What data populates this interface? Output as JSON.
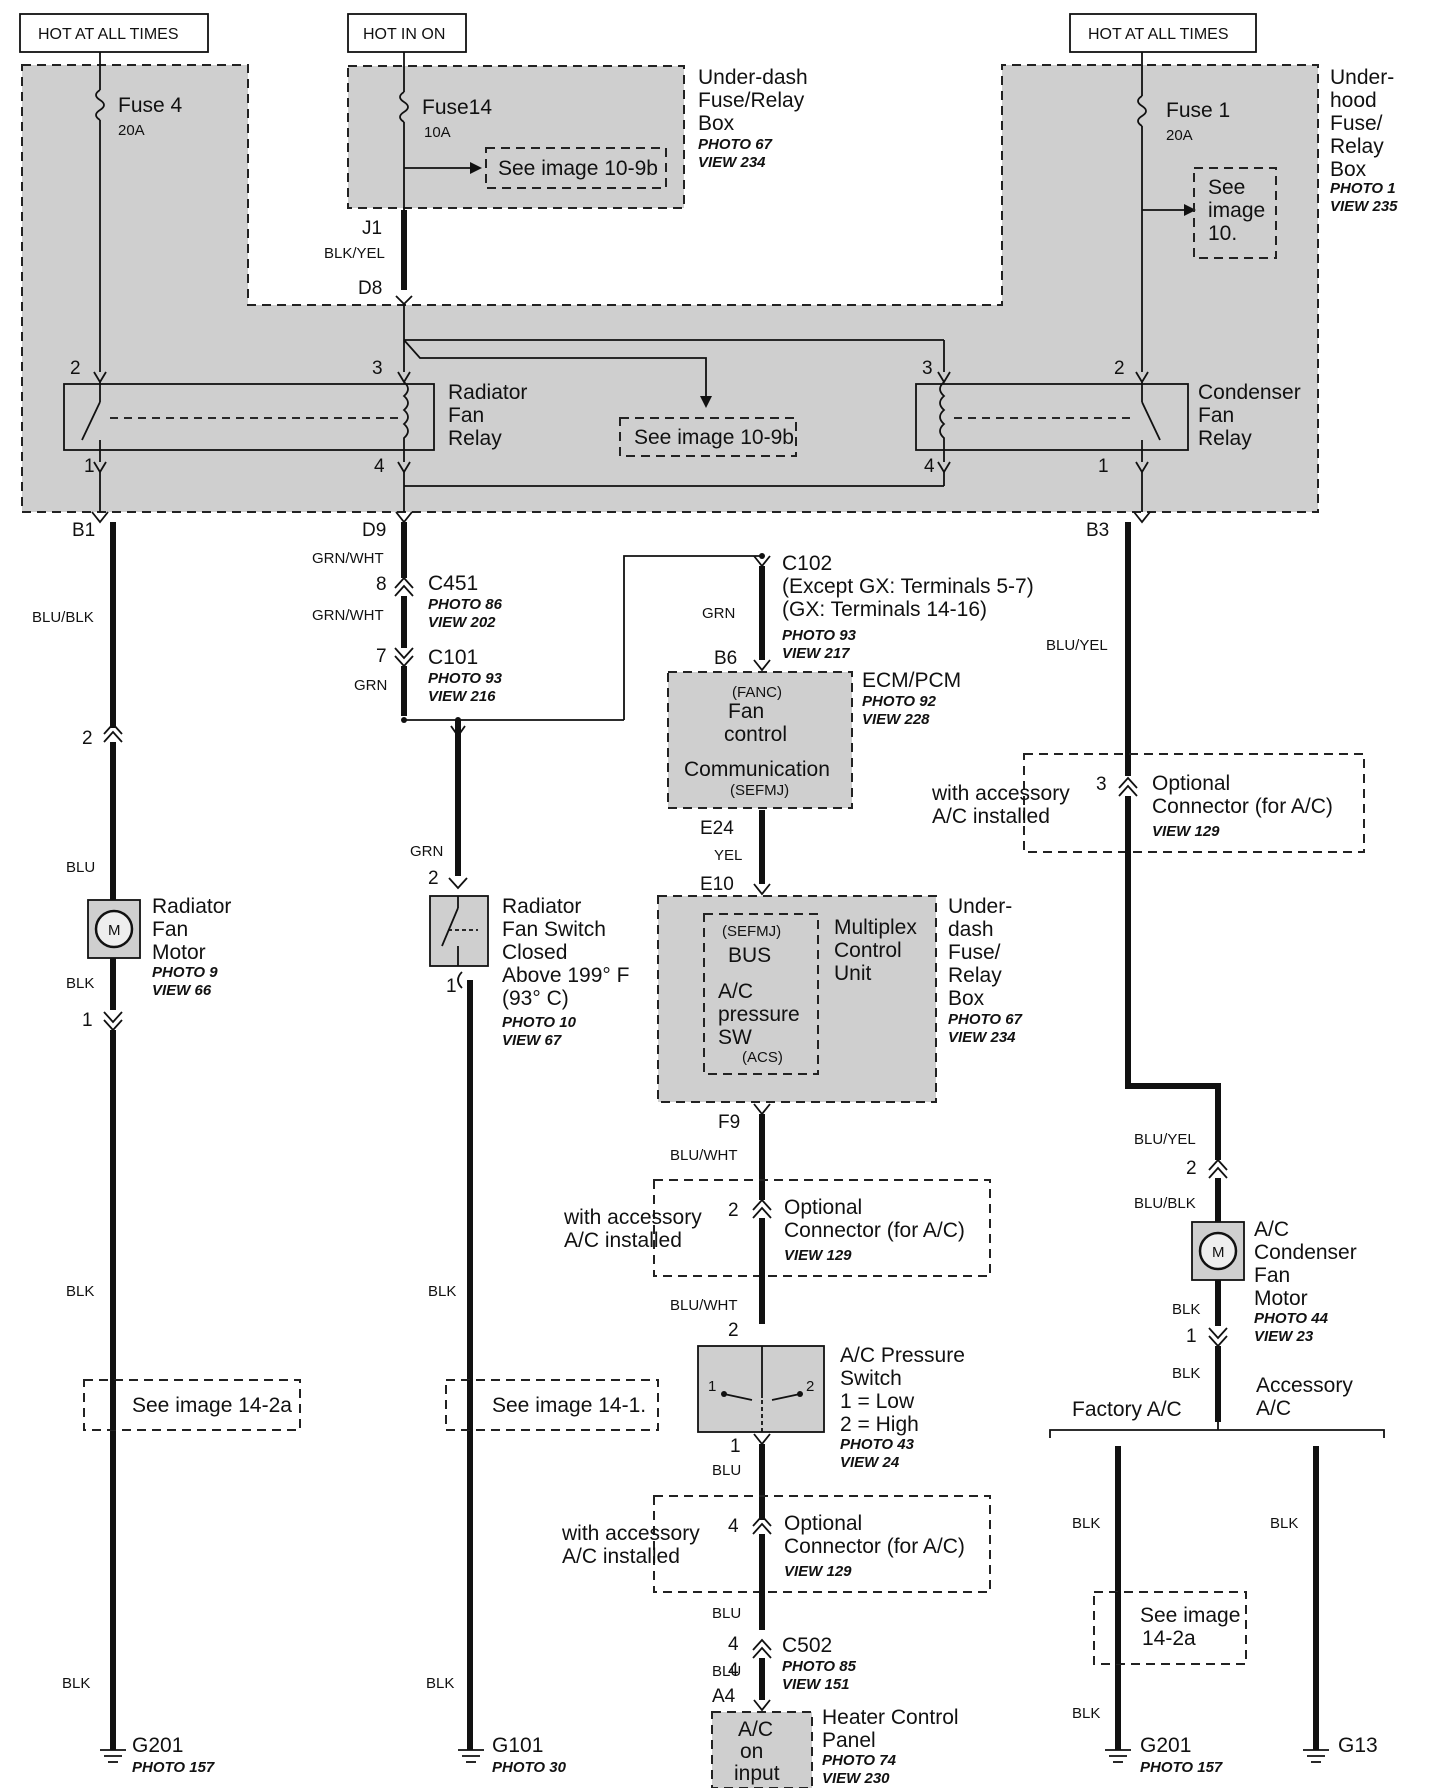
{
  "headers": {
    "left": "HOT AT ALL TIMES",
    "mid": "HOT IN ON",
    "right": "HOT AT ALL TIMES"
  },
  "fuses": {
    "fuse4": {
      "name": "Fuse 4",
      "rating": "20A"
    },
    "fuse14": {
      "name": "Fuse14",
      "rating": "10A"
    },
    "fuse1": {
      "name": "Fuse 1",
      "rating": "20A"
    }
  },
  "boxes": {
    "underdash_top": {
      "line1": "Under-dash",
      "line2": "Fuse/Relay",
      "line3": "Box",
      "photo": "PHOTO 67",
      "view": "VIEW 234"
    },
    "underhood": {
      "line1": "Under-",
      "line2": "hood",
      "line3": "Fuse/",
      "line4": "Relay",
      "line5": "Box",
      "photo": "PHOTO 1",
      "view": "VIEW 235"
    },
    "see_10_9b_top": "See image 10-9b",
    "see_10_right_1": "See",
    "see_10_right_2": "image",
    "see_10_right_3": "10.",
    "see_10_9b_mid": "See image 10-9b"
  },
  "relays": {
    "radiator": {
      "line1": "Radiator",
      "line2": "Fan",
      "line3": "Relay"
    },
    "condenser": {
      "line1": "Condenser",
      "line2": "Fan",
      "line3": "Relay"
    }
  },
  "pins": {
    "r2": "2",
    "r3": "3",
    "r1": "1",
    "r4": "4",
    "c3": "3",
    "c2": "2",
    "c4": "4",
    "c1": "1"
  },
  "terminals": {
    "J1": "J1",
    "D8": "D8",
    "B1": "B1",
    "D9": "D9",
    "B3": "B3",
    "B6": "B6",
    "E24": "E24",
    "E10": "E10",
    "F9": "F9",
    "A4": "A4"
  },
  "wires": {
    "blk_yel": "BLK/YEL",
    "blu_blk_left": "BLU/BLK",
    "grn_wht_1": "GRN/WHT",
    "grn_wht_2": "GRN/WHT",
    "grn_1": "GRN",
    "grn_2": "GRN",
    "grn_3": "GRN",
    "blu_yel_1": "BLU/YEL",
    "blu_left": "BLU",
    "blk_left_1": "BLK",
    "blk_left_2": "BLK",
    "blk_left_3": "BLK",
    "blk_mid_1": "BLK",
    "blk_mid_2": "BLK",
    "yel": "YEL",
    "blu_wht_1": "BLU/WHT",
    "blu_wht_2": "BLU/WHT",
    "blu_1": "BLU",
    "blu_2": "BLU",
    "blu_3": "BLU",
    "blu_yel_2": "BLU/YEL",
    "blu_blk_right": "BLU/BLK",
    "blk_r1": "BLK",
    "blk_r2": "BLK",
    "blk_r3": "BLK",
    "blk_r4": "BLK",
    "blk_r5": "BLK"
  },
  "connectors": {
    "c451": {
      "pin": "8",
      "name": "C451",
      "photo": "PHOTO 86",
      "view": "VIEW 202"
    },
    "c101": {
      "pin": "7",
      "name": "C101",
      "photo": "PHOTO 93",
      "view": "VIEW 216"
    },
    "c102": {
      "name": "C102",
      "line2": "(Except GX: Terminals 5-7)",
      "line3": "(GX: Terminals 14-16)",
      "photo": "PHOTO 93",
      "view": "VIEW 217"
    },
    "c502": {
      "pin": "4",
      "pin2": "4",
      "name": "C502",
      "photo": "PHOTO 85",
      "view": "VIEW 151"
    },
    "motor_left_pin2": "2",
    "motor_left_pin1": "1",
    "switch_pin2": "2",
    "switch_pin1": "1",
    "ac_sw_pin2": "2",
    "ac_sw_pin1": "1",
    "cond_motor_pin2": "2",
    "cond_motor_pin1": "1"
  },
  "ecm": {
    "fanc": "(FANC)",
    "fan": "Fan",
    "control": "control",
    "comm": "Communication",
    "sefmj": "(SEFMJ)",
    "name": "ECM/PCM",
    "photo": "PHOTO 92",
    "view": "VIEW 228"
  },
  "mux": {
    "sefmj": "(SEFMJ)",
    "bus": "BUS",
    "ac": "A/C",
    "pressure": "pressure",
    "sw": "SW",
    "acs": "(ACS)",
    "mc1": "Multiplex",
    "mc2": "Control",
    "mc3": "Unit",
    "b1": "Under-",
    "b2": "dash",
    "b3": "Fuse/",
    "b4": "Relay",
    "b5": "Box",
    "photo": "PHOTO 67",
    "view": "VIEW 234"
  },
  "optional": {
    "right": {
      "pin": "3",
      "acc1": "with accessory",
      "acc2": "A/C installed",
      "name1": "Optional",
      "name2": "Connector (for A/C)",
      "view": "VIEW 129"
    },
    "mid1": {
      "pin": "2",
      "acc1": "with accessory",
      "acc2": "A/C installed",
      "name1": "Optional",
      "name2": "Connector (for A/C)",
      "view": "VIEW 129"
    },
    "mid2": {
      "pin": "4",
      "acc1": "with accessory",
      "acc2": "A/C installed",
      "name1": "Optional",
      "name2": "Connector (for A/C)",
      "view": "VIEW 129"
    }
  },
  "components": {
    "rad_motor": {
      "l1": "Radiator",
      "l2": "Fan",
      "l3": "Motor",
      "photo": "PHOTO 9",
      "view": "VIEW 66",
      "symbol": "M"
    },
    "rad_switch": {
      "l1": "Radiator",
      "l2": "Fan Switch",
      "l3": "Closed",
      "l4": "Above 199° F",
      "l5": "(93° C)",
      "photo": "PHOTO 10",
      "view": "VIEW 67"
    },
    "ac_switch": {
      "l1": "A/C Pressure",
      "l2": "Switch",
      "l3": "1 = Low",
      "l4": "2 = High",
      "photo": "PHOTO 43",
      "view": "VIEW 24",
      "p1": "1",
      "p2": "2"
    },
    "cond_motor": {
      "l1": "A/C",
      "l2": "Condenser",
      "l3": "Fan",
      "l4": "Motor",
      "photo": "PHOTO 44",
      "view": "VIEW 23",
      "symbol": "M"
    },
    "heater": {
      "l1": "Heater Control",
      "l2": "Panel",
      "photo": "PHOTO 74",
      "view": "VIEW 230",
      "in1": "A/C",
      "in2": "on",
      "in3": "input"
    }
  },
  "refs": {
    "left": "See image 14-2a",
    "mid": "See image 14-1.",
    "right1": "See image",
    "right2": "14-2a"
  },
  "branch": {
    "factory": "Factory A/C",
    "accessory1": "Accessory",
    "accessory2": "A/C"
  },
  "grounds": {
    "g201_left": {
      "name": "G201",
      "photo": "PHOTO 157"
    },
    "g101": {
      "name": "G101",
      "photo": "PHOTO 30"
    },
    "g201_right": {
      "name": "G201",
      "photo": "PHOTO 157"
    },
    "g13": {
      "name": "G13"
    }
  }
}
